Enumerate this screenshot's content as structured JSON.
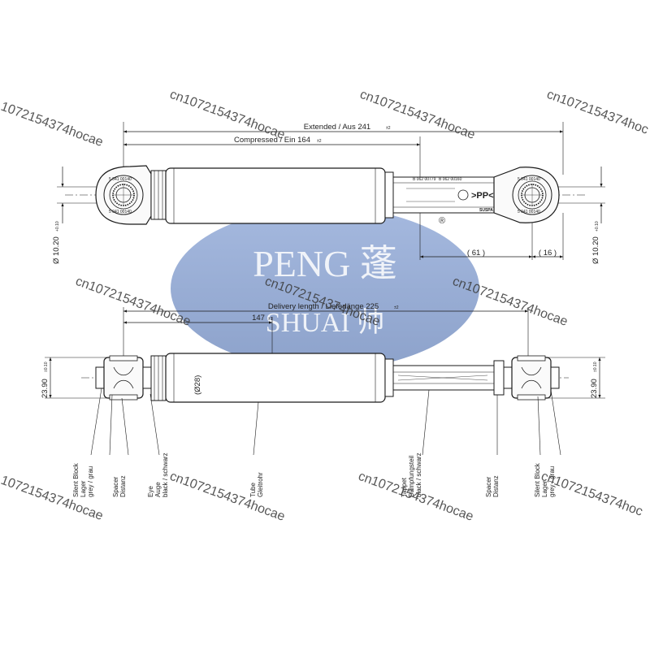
{
  "watermark": {
    "text": "cn1072154374hocae",
    "partial_left": "1072154374hocae",
    "partial_right": "cn1072154374hoc",
    "logo_line1": "PENG 蓬",
    "logo_line2": "SHUAI 帅",
    "registered": "®"
  },
  "top_view": {
    "extended": "Extended / Aus  241",
    "extended_tol": "±2",
    "compressed": "Compressed / Ein  164",
    "compressed_tol": "±2",
    "dim_61": "( 61 )",
    "dim_16": "( 16 )",
    "eye_dia_left": "Ø 10.20",
    "eye_dia_left_tol": "+0.10",
    "eye_dia_right": "Ø 10.20",
    "eye_dia_right_tol": "+0.10",
    "part_no_left_1": "5 041 00140",
    "part_no_left_2": "5 041 00140",
    "part_no_a": "B 062 00779",
    "part_no_b": "B 062 00160",
    "part_no_right_1": "5 041 00140",
    "part_no_right_2": "5 041 00140",
    "brand_mark": ">PP<",
    "brand_text": "SUSPA"
  },
  "bottom_view": {
    "delivery": "Delivery length / Lieferlänge  225",
    "delivery_tol": "±2",
    "dim_147": "147",
    "dim_147_tol": "±1",
    "dia_28": "(Ø28)",
    "width_left": "23.90",
    "width_left_tol": "±0.10",
    "width_right": "23.90",
    "width_right_tol": "±0.10"
  },
  "callouts": {
    "silent_block_left": [
      "Silent Block",
      "Lager",
      "grey / grau"
    ],
    "spacer_left": [
      "Spacer",
      "Distanz"
    ],
    "eye": [
      "Eye",
      "Auge",
      "black / schwarz"
    ],
    "tube": [
      "Tube",
      "Gleitrohr"
    ],
    "tappet": [
      "Tappet",
      "Dämpfungsteil",
      "black / schwarz"
    ],
    "spacer_right": [
      "Spacer",
      "Distanz"
    ],
    "silent_block_right": [
      "Silent Block",
      "Lager",
      "grey / grau"
    ]
  },
  "colors": {
    "line": "#1a1a1a",
    "logo_blue": "#3d63a8"
  }
}
